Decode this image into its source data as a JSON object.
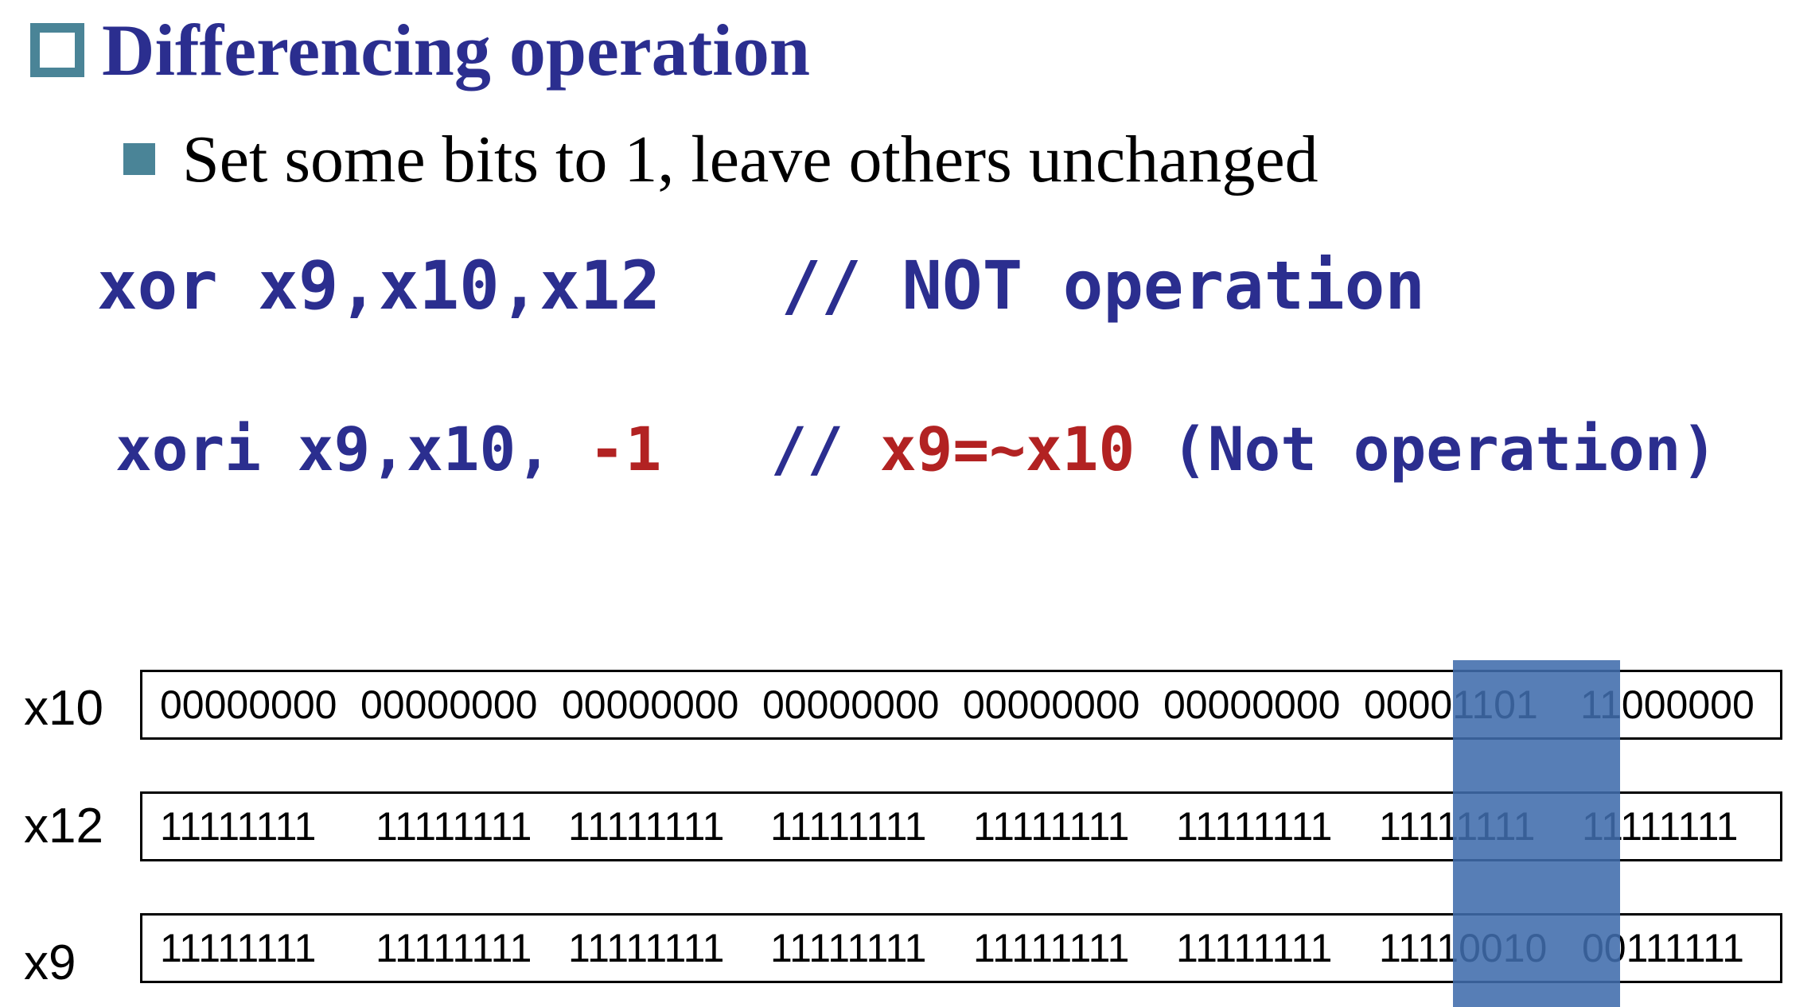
{
  "title": "Differencing operation",
  "subtitle": "Set some bits to 1, leave others unchanged",
  "code": {
    "line1": {
      "instruction": "xor x9,x10,x12",
      "comment": "// NOT operation"
    },
    "line2": {
      "instruction": "xori x9,x10,",
      "immediate": "-1",
      "comment_prefix": "//",
      "comment_red": "x9=~x10",
      "comment_rest": "(Not operation)"
    }
  },
  "registers": [
    {
      "name": "x10",
      "bytes": [
        "00000000",
        "00000000",
        "00000000",
        "00000000",
        "00000000",
        "00000000",
        "00001101",
        "11000000"
      ]
    },
    {
      "name": "x12",
      "bytes": [
        "11111111",
        "11111111",
        "11111111",
        "11111111",
        "11111111",
        "11111111",
        "11111111",
        "11111111"
      ]
    },
    {
      "name": "x9",
      "bytes": [
        "11111111",
        "11111111",
        "11111111",
        "11111111",
        "11111111",
        "11111111",
        "11110010",
        "00111111"
      ]
    }
  ],
  "colors": {
    "title": "#2B2E8F",
    "bullet": "#4A8497",
    "code": "#2B2E8F",
    "accent_red": "#B22222",
    "highlight": "#406CAC"
  }
}
